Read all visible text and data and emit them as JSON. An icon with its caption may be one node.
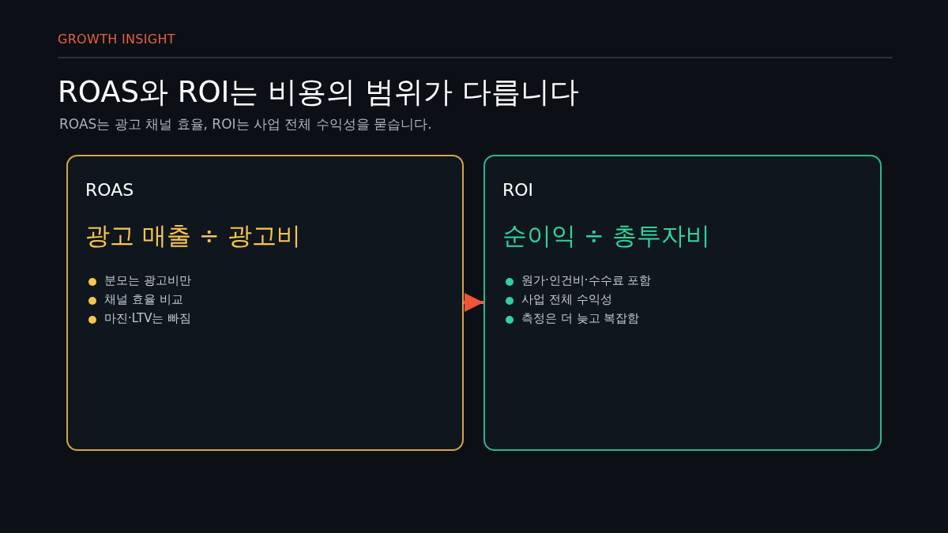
{
  "diagram": {
    "title": "ROAS와 ROI는 비용의 범위가 다릅니다",
    "nodes": [
      {
        "text": [
          "ROAS",
          "광고 매출 ÷ 광고비",
          "분모는 광고비만",
          "채널 효율 비교",
          "마진·LTV는 빠짐"
        ]
      },
      {
        "text": [
          "ROI",
          "순이익 ÷ 총투자비",
          "원가·인건비·수수료 포함",
          "사업 전체 수익성",
          "측정은 더 늦고 복잡함"
        ]
      }
    ],
    "edges": [
      {
        "from": 0,
        "to": 1,
        "arrow": "to",
        "color": "#f0553a"
      }
    ],
    "labels": [
      "GROWTH INSIGHT",
      "ROAS는 광고 채널 효율, ROI는 사업 전체 수익성을 묻습니다."
    ]
  }
}
